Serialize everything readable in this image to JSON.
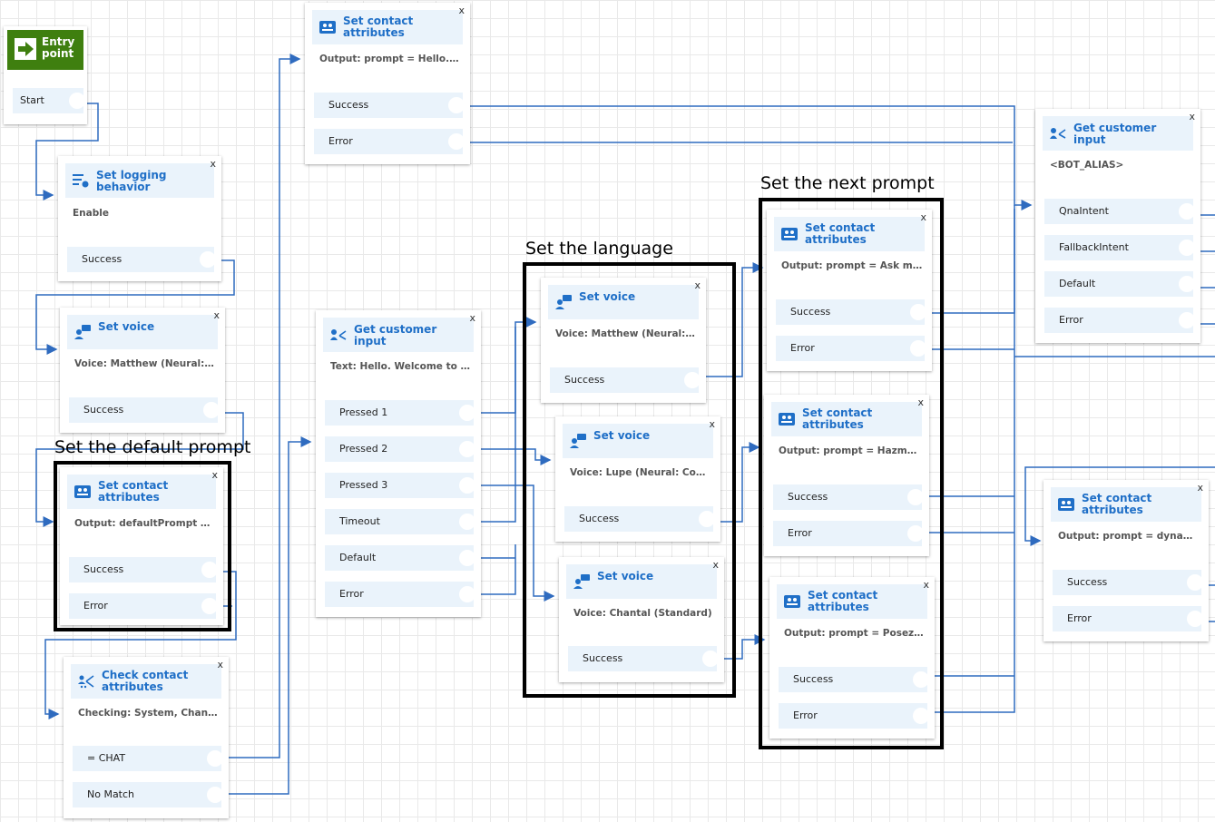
{
  "entry": {
    "title_line1": "Entry",
    "title_line2": "point",
    "branches": [
      "Start"
    ]
  },
  "blocks": {
    "set_logging": {
      "title": "Set logging behavior",
      "close": "x",
      "desc": "Enable",
      "branches": [
        "Success"
      ]
    },
    "set_voice_main": {
      "title": "Set voice",
      "close": "x",
      "desc": "Voice: Matthew (Neural: Co...",
      "branches": [
        "Success"
      ]
    },
    "set_default_prompt": {
      "title_line1": "Set contact",
      "title_line2": "attributes",
      "close": "x",
      "desc": "Output: defaultPrompt = A...",
      "branches": [
        "Success",
        "Error"
      ]
    },
    "check_contact": {
      "title_line1": "Check contact",
      "title_line2": "attributes",
      "close": "x",
      "desc": "Checking: System, Channel",
      "branches": [
        "= CHAT",
        "No Match"
      ]
    },
    "set_hello": {
      "title_line1": "Set contact",
      "title_line2": "attributes",
      "close": "x",
      "desc": "Output: prompt = Hello. W...",
      "branches": [
        "Success",
        "Error"
      ]
    },
    "get_input_menu": {
      "title": "Get customer input",
      "close": "x",
      "desc": "Text: Hello. Welcome to Qn...",
      "branches": [
        "Pressed 1",
        "Pressed 2",
        "Pressed 3",
        "Timeout",
        "Default",
        "Error"
      ]
    },
    "voice_matthew": {
      "title": "Set voice",
      "close": "x",
      "desc": "Voice: Matthew (Neural: Co...",
      "branches": [
        "Success"
      ]
    },
    "voice_lupe": {
      "title": "Set voice",
      "close": "x",
      "desc": "Voice: Lupe (Neural: Conver...",
      "branches": [
        "Success"
      ]
    },
    "voice_chantal": {
      "title": "Set voice",
      "close": "x",
      "desc": "Voice: Chantal (Standard)",
      "branches": [
        "Success"
      ]
    },
    "prompt_ask": {
      "title_line1": "Set contact",
      "title_line2": "attributes",
      "close": "x",
      "desc": "Output: prompt = Ask me a...",
      "branches": [
        "Success",
        "Error"
      ]
    },
    "prompt_hazme": {
      "title_line1": "Set contact",
      "title_line2": "attributes",
      "close": "x",
      "desc": "Output: prompt = Hazme u...",
      "branches": [
        "Success",
        "Error"
      ]
    },
    "prompt_posez": {
      "title_line1": "Set contact",
      "title_line2": "attributes",
      "close": "x",
      "desc": "Output: prompt = Posez-m...",
      "branches": [
        "Success",
        "Error"
      ]
    },
    "get_input_bot": {
      "title": "Get customer input",
      "close": "x",
      "desc": "<BOT_ALIAS>",
      "branches": [
        "QnaIntent",
        "FallbackIntent",
        "Default",
        "Error"
      ]
    },
    "prompt_dynamic": {
      "title_line1": "Set contact",
      "title_line2": "attributes",
      "close": "x",
      "desc": "Output: prompt = dynamic...",
      "branches": [
        "Success",
        "Error"
      ]
    }
  },
  "annotations": {
    "default_prompt": "Set the default prompt",
    "language": "Set the language",
    "next_prompt": "Set the next prompt"
  },
  "colors": {
    "wire": "#2f6bbf",
    "title": "#1f6fc7",
    "entry": "#3f7f0f",
    "branch_bg": "#eaf3fb"
  }
}
